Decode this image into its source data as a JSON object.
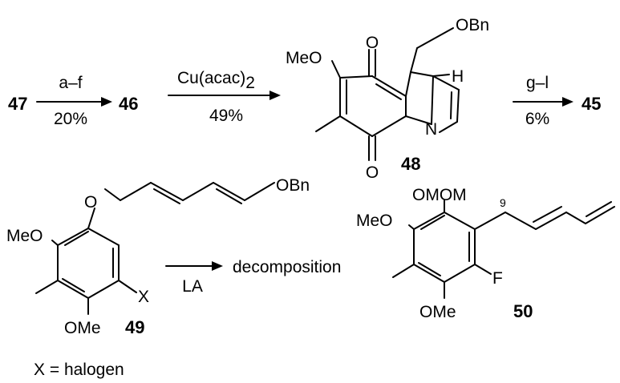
{
  "compounds": {
    "c47": "47",
    "c46": "46",
    "c48": "48",
    "c45": "45",
    "c49": "49",
    "c50": "50"
  },
  "arrows": {
    "a1": {
      "top": "a–f",
      "bottom": "20%"
    },
    "a2": {
      "top": "Cu(acac)",
      "top_sub": "2",
      "bottom": "49%"
    },
    "a3": {
      "top": "g–l",
      "bottom": "6%"
    },
    "a4": {
      "bottom": "LA"
    }
  },
  "atoms": {
    "c48_meo": "MeO",
    "c48_obn": "OBn",
    "c48_o_top": "O",
    "c48_o_bottom": "O",
    "c48_h": "H",
    "c48_n": "N",
    "c49_o": "O",
    "c49_obn": "OBn",
    "c49_meo": "MeO",
    "c49_x": "X",
    "c49_ome": "OMe",
    "c50_omom": "OMOM",
    "c50_meo": "MeO",
    "c50_f": "F",
    "c50_ome": "OMe",
    "c50_locant": "9"
  },
  "labels": {
    "decomposition": "decomposition",
    "x_def": "X = halogen"
  }
}
